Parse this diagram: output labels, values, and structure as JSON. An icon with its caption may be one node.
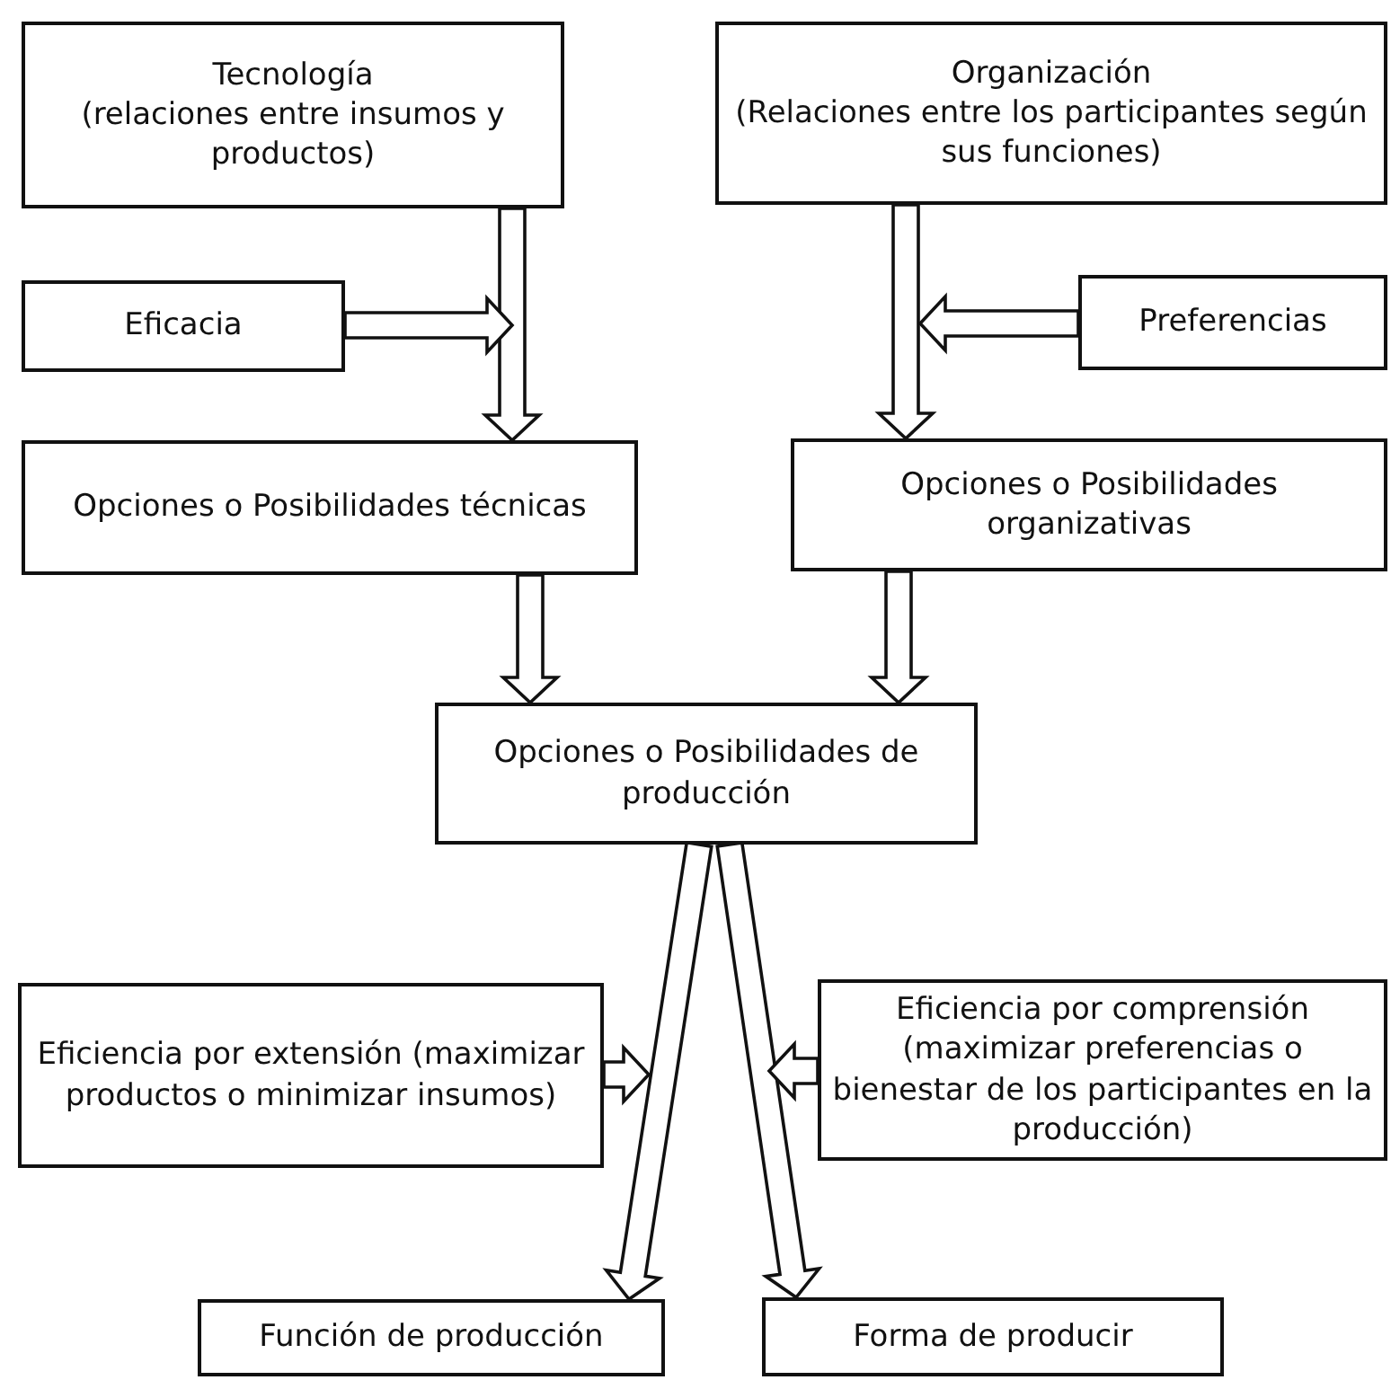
{
  "diagram": {
    "nodes": [
      {
        "text": [
          "Tecnología",
          "(relaciones entre insumos y productos)"
        ]
      },
      {
        "text": [
          "Organización",
          "(Relaciones entre los participantes según sus funciones)"
        ]
      },
      {
        "text": [
          "Eficacia"
        ]
      },
      {
        "text": [
          "Preferencias"
        ]
      },
      {
        "text": [
          "Opciones o Posibilidades técnicas"
        ]
      },
      {
        "text": [
          "Opciones o Posibilidades organizativas"
        ]
      },
      {
        "text": [
          "Opciones o Posibilidades de producción"
        ]
      },
      {
        "text": [
          "Eficiencia por extensión (maximizar productos o minimizar insumos)"
        ]
      },
      {
        "text": [
          "Eficiencia por comprensión (maximizar preferencias o bienestar de los participantes en la producción)"
        ]
      },
      {
        "text": [
          "Función de producción"
        ]
      },
      {
        "text": [
          "Forma de producir"
        ]
      }
    ],
    "edges": [
      {
        "from": 0,
        "to": 4,
        "arrow": "to"
      },
      {
        "from": 2,
        "to": null,
        "arrow": "to"
      },
      {
        "from": 1,
        "to": 5,
        "arrow": "to"
      },
      {
        "from": 3,
        "to": null,
        "arrow": "to"
      },
      {
        "from": 4,
        "to": 6,
        "arrow": "to"
      },
      {
        "from": 5,
        "to": 6,
        "arrow": "to"
      },
      {
        "from": 6,
        "to": 9,
        "arrow": "to"
      },
      {
        "from": 6,
        "to": 10,
        "arrow": "to"
      },
      {
        "from": 7,
        "to": null,
        "arrow": "to"
      },
      {
        "from": 8,
        "to": null,
        "arrow": "to"
      }
    ]
  }
}
